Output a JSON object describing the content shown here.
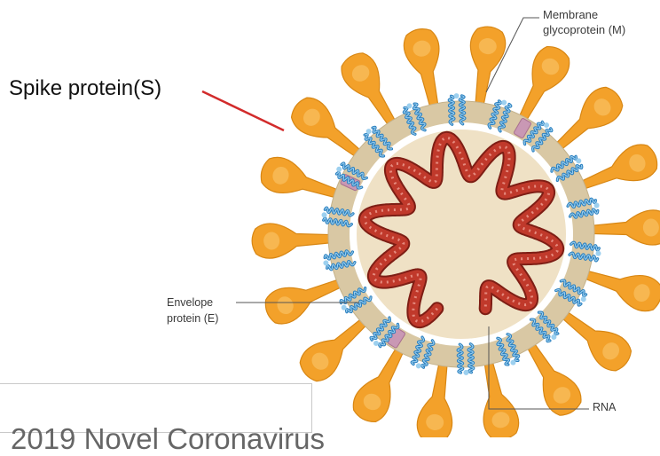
{
  "labels": {
    "spike": "Spike protein(S)",
    "membrane_line1": "Membrane",
    "membrane_line2": "glycoprotein (M)",
    "envelope_line1": "Envelope",
    "envelope_line2": "protein (E)",
    "rna": "RNA"
  },
  "caption": "2019 Novel Coronavirus",
  "colors": {
    "spike": "#f3a12a",
    "spike_edge": "#d88714",
    "envelope_ring": "#d9c8a4",
    "core": "#efe1c5",
    "rna": "#c0392b",
    "rna_dark": "#7e1e15",
    "membrane_protein": "#2a7fbf",
    "membrane_protein_light": "#9dd0ef",
    "envelope_protein": "#c998b4",
    "pointer_line": "#d22b2b",
    "leader_line": "#555555"
  }
}
